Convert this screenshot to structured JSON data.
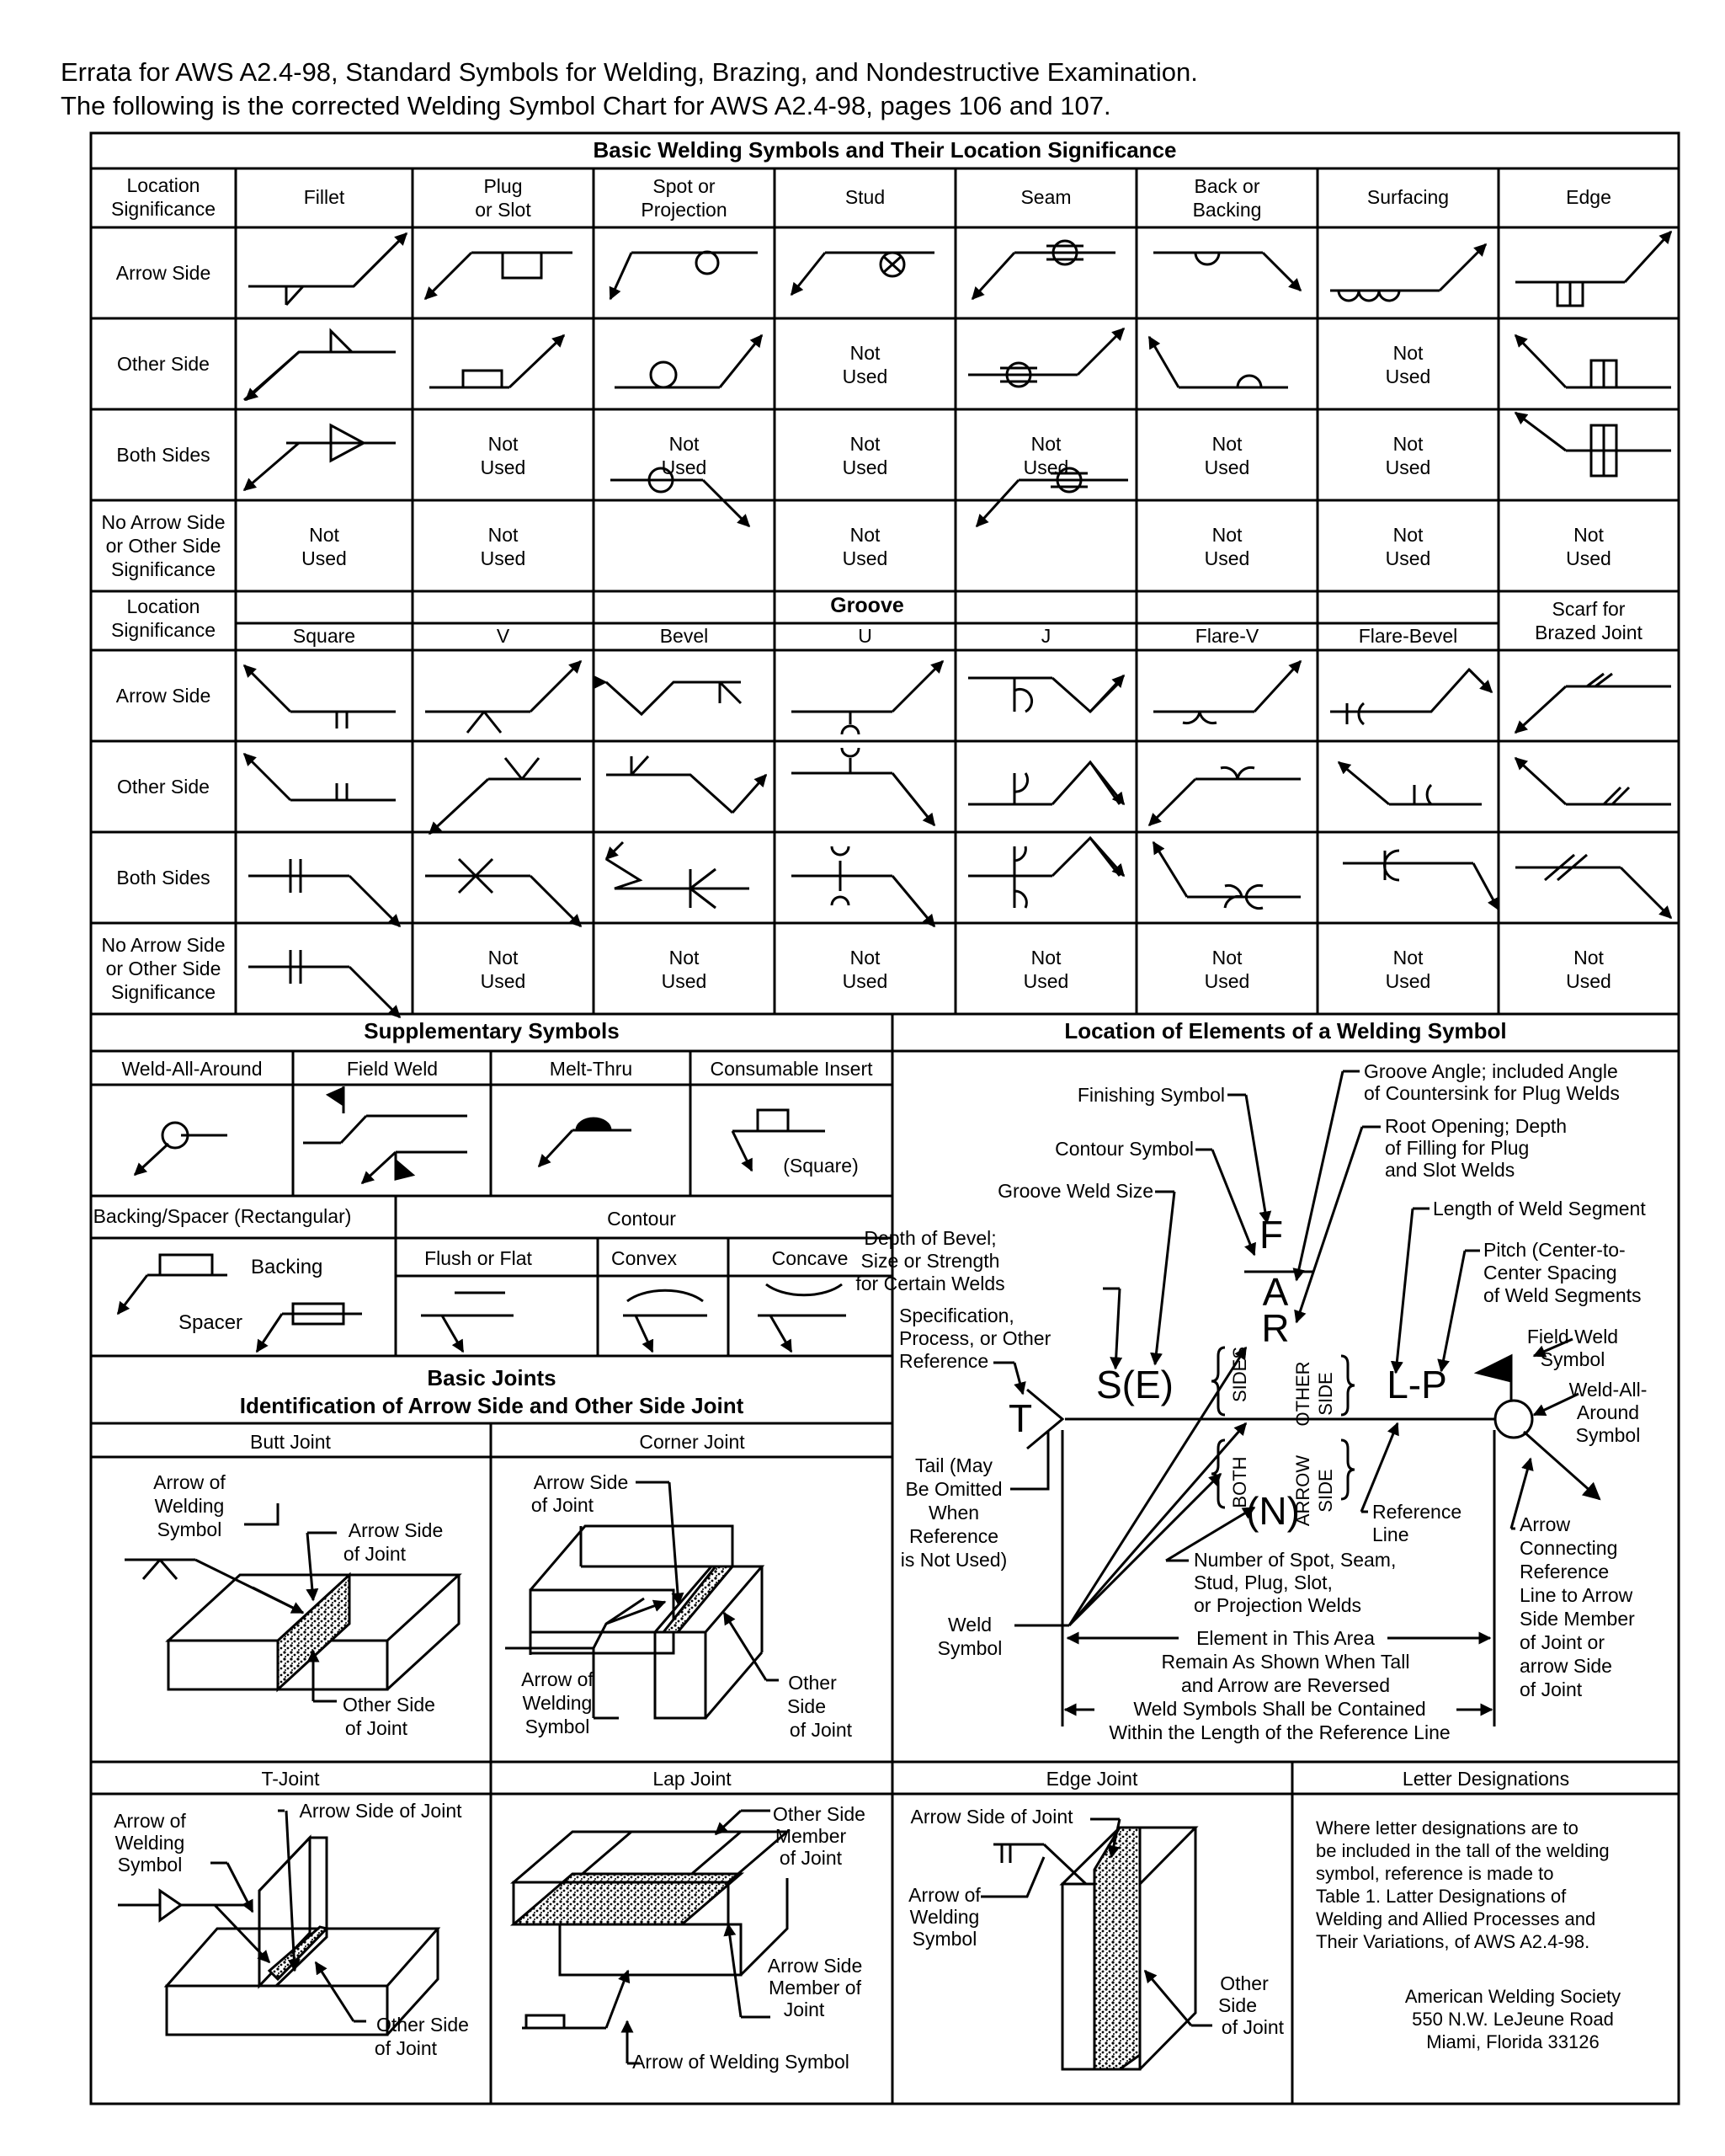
{
  "header": {
    "line1": "Errata for AWS A2.4-98, Standard Symbols for Welding, Brazing, and Nondestructive Examination.",
    "line2": "The following is the corrected Welding Symbol Chart for AWS A2.4-98, pages 106 and 107."
  },
  "basic": {
    "title": "Basic Welding Symbols and Their Location Significance",
    "location_header": [
      "Location",
      "Significance"
    ],
    "columns": [
      {
        "id": "fillet",
        "lines": [
          "Fillet"
        ]
      },
      {
        "id": "plug",
        "lines": [
          "Plug",
          "or Slot"
        ]
      },
      {
        "id": "spot",
        "lines": [
          "Spot or",
          "Projection"
        ]
      },
      {
        "id": "stud",
        "lines": [
          "Stud"
        ]
      },
      {
        "id": "seam",
        "lines": [
          "Seam"
        ]
      },
      {
        "id": "back",
        "lines": [
          "Back or",
          "Backing"
        ]
      },
      {
        "id": "surfacing",
        "lines": [
          "Surfacing"
        ]
      },
      {
        "id": "edge",
        "lines": [
          "Edge"
        ]
      }
    ],
    "rows": [
      {
        "lines": [
          "Arrow Side"
        ]
      },
      {
        "lines": [
          "Other Side"
        ]
      },
      {
        "lines": [
          "Both Sides"
        ]
      },
      {
        "lines": [
          "No Arrow Side",
          "or Other Side",
          "Significance"
        ]
      }
    ],
    "not_used": [
      "Not",
      "Used"
    ]
  },
  "groove": {
    "title": "Groove",
    "location_header": [
      "Location",
      "Significance"
    ],
    "columns": [
      "Square",
      "V",
      "Bevel",
      "U",
      "J",
      "Flare-V",
      "Flare-Bevel"
    ],
    "scarf": [
      "Scarf for",
      "Brazed Joint"
    ],
    "rows": [
      {
        "lines": [
          "Arrow Side"
        ]
      },
      {
        "lines": [
          "Other Side"
        ]
      },
      {
        "lines": [
          "Both Sides"
        ]
      },
      {
        "lines": [
          "No Arrow Side",
          "or Other Side",
          "Significance"
        ]
      }
    ]
  },
  "supplementary": {
    "title": "Supplementary Symbols",
    "cols": [
      "Weld-All-Around",
      "Field Weld",
      "Melt-Thru",
      "Consumable Insert"
    ],
    "square_note": "(Square)",
    "backing_title": "Backing/Spacer (Rectangular)",
    "backing_label": "Backing",
    "spacer_label": "Spacer",
    "contour_title": "Contour",
    "contour_cols": [
      "Flush or Flat",
      "Convex",
      "Concave"
    ]
  },
  "joints": {
    "title1": "Basic Joints",
    "title2": "Identification of Arrow Side and Other Side Joint",
    "butt": {
      "title": "Butt Joint",
      "arrow_of": [
        "Arrow of",
        "Welding",
        "Symbol"
      ],
      "arrow_side": [
        "Arrow Side",
        "of Joint"
      ],
      "other_side": [
        "Other Side",
        "of Joint"
      ]
    },
    "corner": {
      "title": "Corner Joint",
      "arrow_side": [
        "Arrow Side",
        "of Joint"
      ],
      "arrow_of": [
        "Arrow of",
        "Welding",
        "Symbol"
      ],
      "other_side": [
        "Other",
        "Side",
        "of Joint"
      ]
    },
    "tjoint": {
      "title": "T-Joint",
      "arrow_of": [
        "Arrow of",
        "Welding",
        "Symbol"
      ],
      "arrow_side": "Arrow Side of Joint",
      "other_side": [
        "Other Side",
        "of Joint"
      ]
    },
    "lap": {
      "title": "Lap Joint",
      "other_side": [
        "Other Side",
        "Member",
        "of Joint"
      ],
      "arrow_side": [
        "Arrow Side",
        "Member of",
        "Joint"
      ],
      "arrow_of": "Arrow of Welding Symbol"
    },
    "edge": {
      "title": "Edge Joint",
      "arrow_side": "Arrow Side of Joint",
      "arrow_of": [
        "Arrow of",
        "Welding",
        "Symbol"
      ],
      "other_side": [
        "Other",
        "Side",
        "of Joint"
      ]
    }
  },
  "elements": {
    "title": "Location of Elements of a Welding Symbol",
    "finishing": "Finishing Symbol",
    "groove_angle": [
      "Groove Angle; included Angle",
      "of Countersink for Plug Welds"
    ],
    "contour": "Contour Symbol",
    "root_opening": [
      "Root Opening; Depth",
      "of Filling for Plug",
      "and Slot Welds"
    ],
    "groove_size": "Groove Weld Size",
    "length": "Length of Weld Segment",
    "depth_bevel": [
      "Depth of Bevel;",
      "Size or Strength",
      "for Certain Welds"
    ],
    "pitch": [
      "Pitch (Center-to-",
      "Center Spacing",
      "of Weld Segments"
    ],
    "specification": [
      "Specification,",
      "Process, or Other",
      "Reference"
    ],
    "field_weld": [
      "Field Weld",
      "Symbol"
    ],
    "weld_all_around": [
      "Weld-All-",
      "Around",
      "Symbol"
    ],
    "letter_F": "F",
    "letter_A": "A",
    "letter_R": "R",
    "letter_T": "T",
    "SE": "S(E)",
    "LP": "L-P",
    "N": "(N)",
    "sides": "SIDES",
    "both": "BOTH",
    "other": "OTHER",
    "side": "SIDE",
    "arrow": "ARROW",
    "tail": [
      "Tail (May",
      "Be Omitted",
      "When",
      "Reference",
      "is Not Used)"
    ],
    "reference_line": [
      "Reference",
      "Line"
    ],
    "arrow_connecting": [
      "Arrow",
      "Connecting",
      "Reference",
      "Line to Arrow",
      "Side Member",
      "of Joint or",
      "arrow Side",
      "of Joint"
    ],
    "number_of": [
      "Number of Spot, Seam,",
      "Stud, Plug, Slot,",
      "or Projection Welds"
    ],
    "weld_symbol": [
      "Weld",
      "Symbol"
    ],
    "element_area": [
      "Element in This Area",
      "Remain As Shown When Tall",
      "and Arrow are Reversed"
    ],
    "contained": [
      "Weld Symbols Shall be Contained",
      "Within the Length of the Reference Line"
    ]
  },
  "letters": {
    "title": "Letter Designations",
    "body": [
      "Where letter designations are to",
      "be included in the tall of the welding",
      "symbol, reference is made to",
      "Table 1. Latter Designations of",
      "Welding and Allied Processes and",
      "Their Variations, of AWS A2.4-98."
    ],
    "address": [
      "American Welding Society",
      "550 N.W. LeJeune Road",
      "Miami, Florida 33126"
    ]
  }
}
